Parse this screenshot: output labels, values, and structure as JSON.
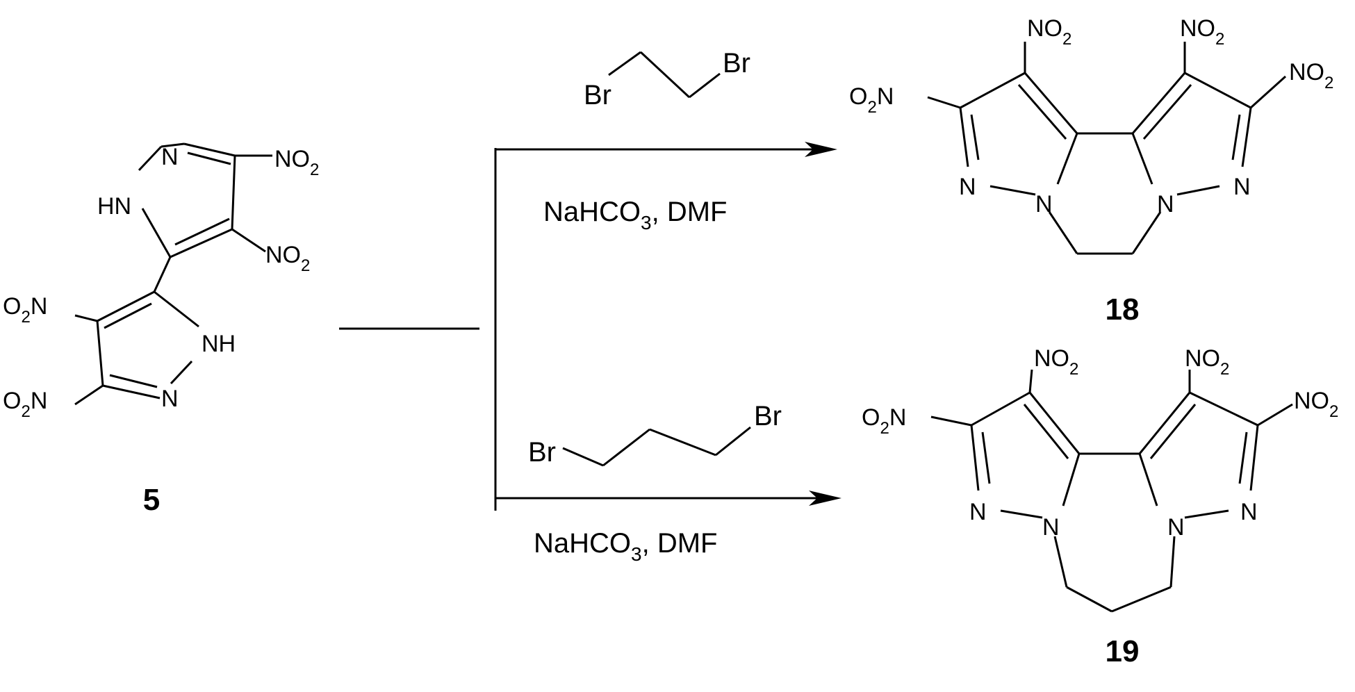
{
  "compounds": {
    "start": {
      "label": "5"
    },
    "upper_product": {
      "label": "18"
    },
    "lower_product": {
      "label": "19"
    }
  },
  "reagents": {
    "upper": {
      "br_left": "Br",
      "br_right": "Br",
      "conditions": "NaHCO3, DMF"
    },
    "lower": {
      "br_left": "Br",
      "br_right": "Br",
      "conditions": "NaHCO3, DMF"
    }
  },
  "atom_labels": {
    "N": "N",
    "HN": "HN",
    "NH": "NH",
    "NO": "NO",
    "O": "O",
    "sub2": "2",
    "sub3": "3"
  }
}
